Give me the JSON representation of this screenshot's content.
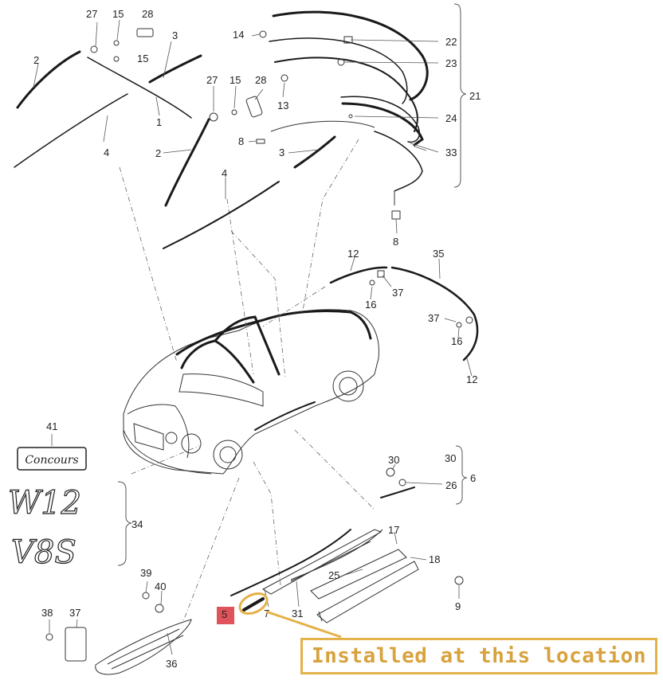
{
  "callouts": {
    "c1": "1",
    "c2a": "2",
    "c2b": "2",
    "c3a": "3",
    "c3b": "3",
    "c4a": "4",
    "c4b": "4",
    "c5": "5",
    "c6": "6",
    "c7": "7",
    "c8a": "8",
    "c8b": "8",
    "c9": "9",
    "c12a": "12",
    "c12b": "12",
    "c13": "13",
    "c14": "14",
    "c15a": "15",
    "c15b": "15",
    "c15c": "15",
    "c16a": "16",
    "c16b": "16",
    "c17": "17",
    "c18": "18",
    "c21": "21",
    "c22": "22",
    "c23": "23",
    "c24": "24",
    "c25": "25",
    "c26": "26",
    "c27a": "27",
    "c27b": "27",
    "c28a": "28",
    "c28b": "28",
    "c30a": "30",
    "c30b": "30",
    "c31": "31",
    "c33": "33",
    "c34": "34",
    "c35": "35",
    "c36": "36",
    "c37a": "37",
    "c37b": "37",
    "c37c": "37",
    "c38": "38",
    "c39": "39",
    "c40": "40",
    "c41": "41"
  },
  "badges": {
    "concours": "Concours",
    "w12": "W12",
    "v8s": "V8S"
  },
  "annotation": {
    "text": "Installed at this location",
    "color": "#d8a23c",
    "marker_color": "#e0535a"
  }
}
